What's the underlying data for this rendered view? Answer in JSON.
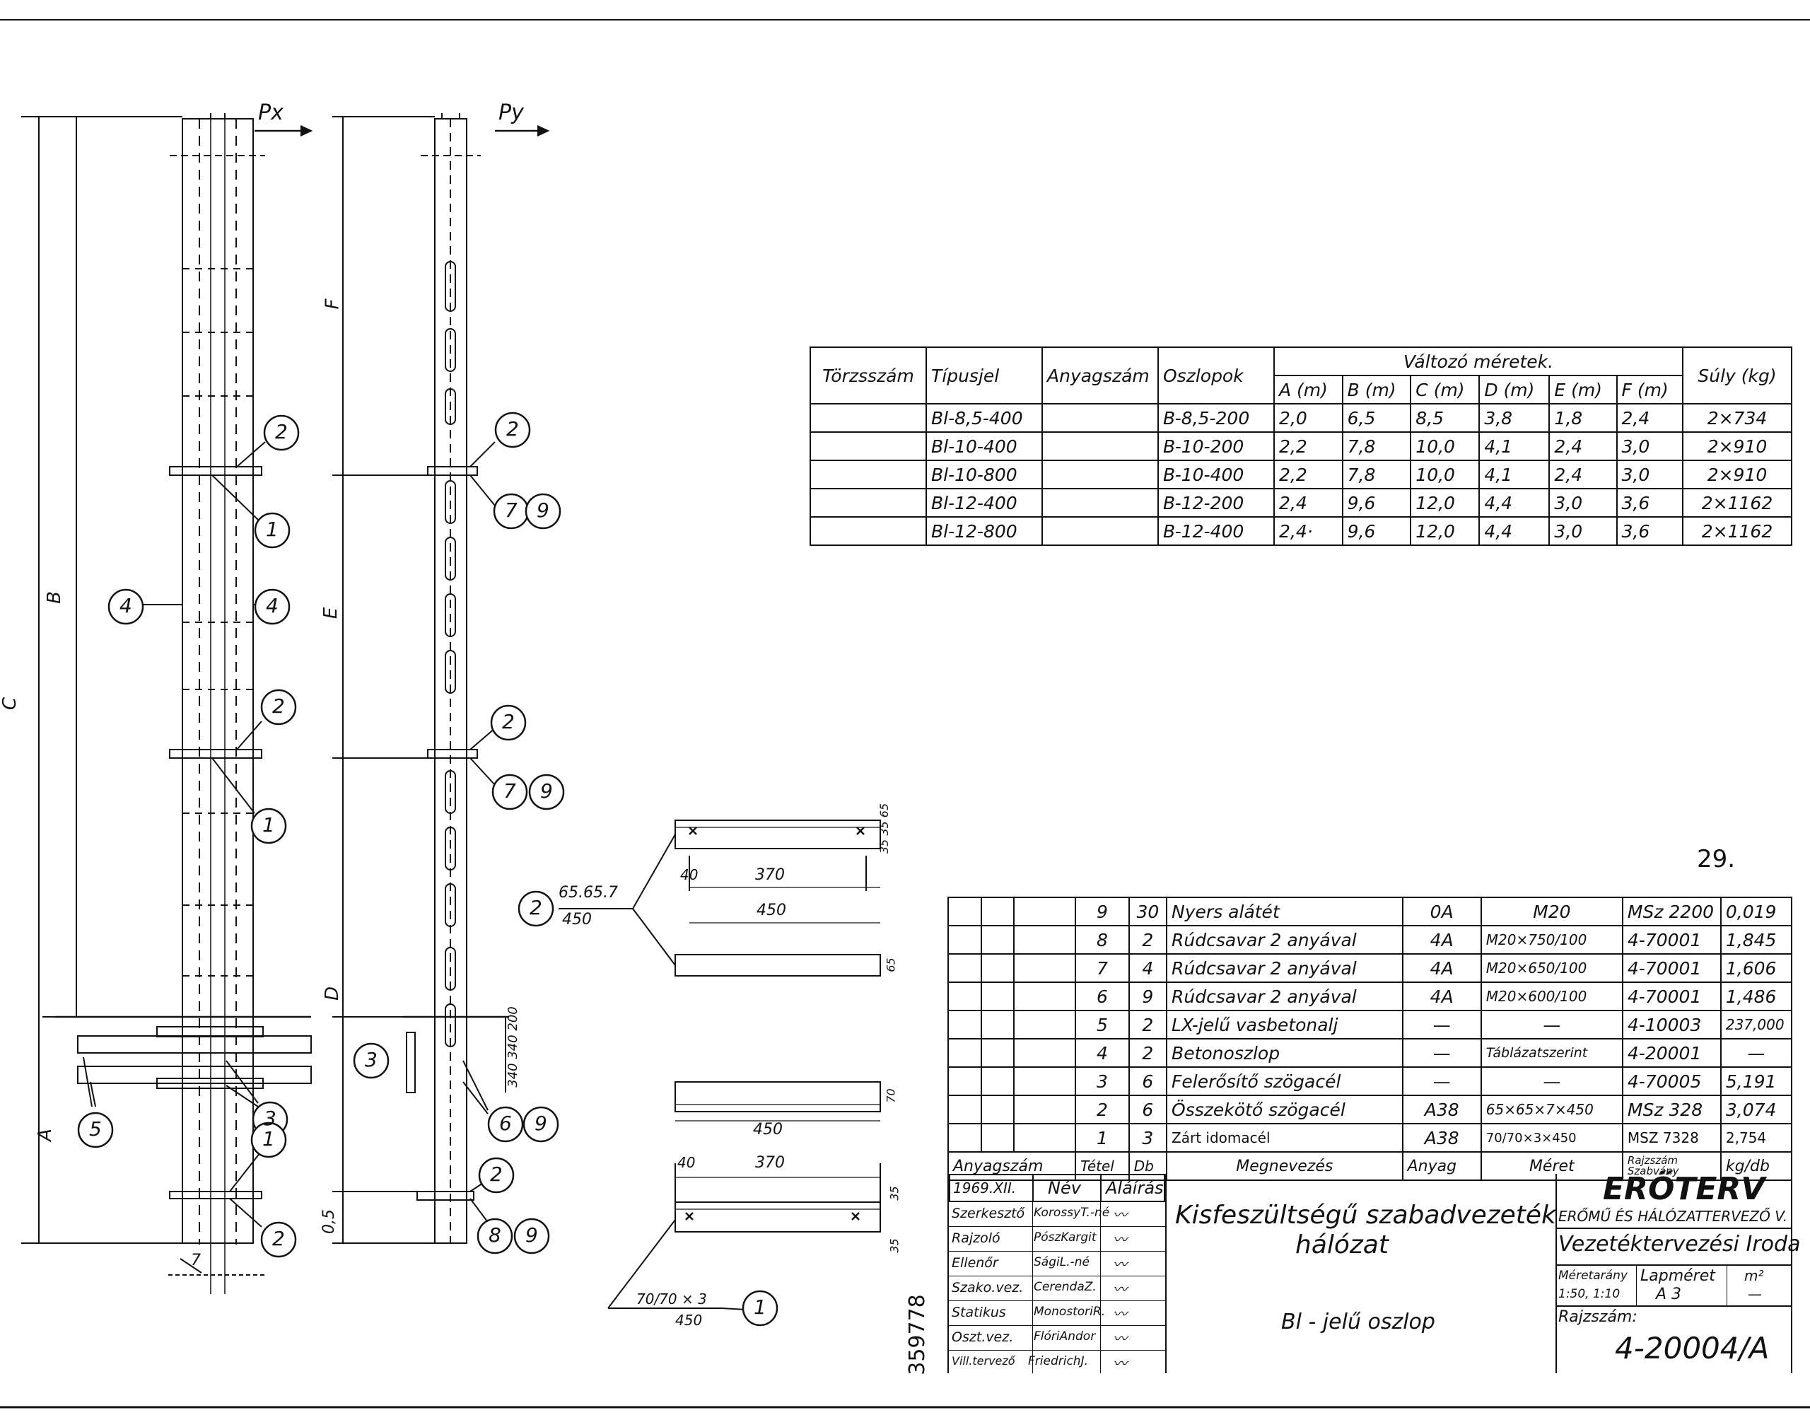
{
  "page_number": "29.",
  "elevations": {
    "force_x": "Px",
    "force_y": "Py",
    "dims_left": [
      "A",
      "B",
      "C"
    ],
    "dims_right": [
      "0,5",
      "D",
      "E",
      "F"
    ],
    "grade_dims": "340 340 200",
    "bottom_dim": "7",
    "callouts_left": [
      "2",
      "1",
      "4",
      "4",
      "2",
      "1",
      "3",
      "5",
      "1",
      "2"
    ],
    "callouts_right": [
      "2",
      "7",
      "9",
      "2",
      "7",
      "9",
      "3",
      "6",
      "9",
      "2",
      "8",
      "9"
    ]
  },
  "details": {
    "angle_label_top": "65.65.7",
    "angle_label_bottom": "450",
    "angle_marker": "2",
    "dim_40a": "40",
    "dim_370": "370",
    "dim_450": "450",
    "dim_side": "35 35 65",
    "dim_65": "65",
    "dim_70": "70",
    "dim_450b": "450",
    "dim_40b": "40",
    "dim_370b": "370",
    "dim_35a": "35",
    "dim_35b": "35",
    "bar_label_top": "70/70 × 3",
    "bar_label_bottom": "450",
    "bar_marker": "1"
  },
  "dim_table": {
    "headers": [
      "Törzsszám",
      "Típusjel",
      "Anyagszám",
      "Oszlopok",
      "Változó méretek.",
      "Súly (kg)"
    ],
    "subheaders": [
      "A (m)",
      "B (m)",
      "C (m)",
      "D (m)",
      "E (m)",
      "F (m)"
    ],
    "rows": [
      {
        "tipus": "Bl-8,5-400",
        "oszlop": "B-8,5-200",
        "vals": [
          "2,0",
          "6,5",
          "8,5",
          "3,8",
          "1,8",
          "2,4"
        ],
        "suly": "2×734"
      },
      {
        "tipus": "Bl-10-400",
        "oszlop": "B-10-200",
        "vals": [
          "2,2",
          "7,8",
          "10,0",
          "4,1",
          "2,4",
          "3,0"
        ],
        "suly": "2×910"
      },
      {
        "tipus": "Bl-10-800",
        "oszlop": "B-10-400",
        "vals": [
          "2,2",
          "7,8",
          "10,0",
          "4,1",
          "2,4",
          "3,0"
        ],
        "suly": "2×910"
      },
      {
        "tipus": "Bl-12-400",
        "oszlop": "B-12-200",
        "vals": [
          "2,4",
          "9,6",
          "12,0",
          "4,4",
          "3,0",
          "3,6"
        ],
        "suly": "2×1162"
      },
      {
        "tipus": "Bl-12-800",
        "oszlop": "B-12-400",
        "vals": [
          "2,4·",
          "9,6",
          "12,0",
          "4,4",
          "3,0",
          "3,6"
        ],
        "suly": "2×1162"
      }
    ]
  },
  "parts_table": {
    "rows": [
      {
        "tetel": "9",
        "db": "30",
        "name": "Nyers alátét",
        "anyag": "0A",
        "meret": "M20",
        "szabvany": "MSz 2200",
        "kg": "0,019"
      },
      {
        "tetel": "8",
        "db": "2",
        "name": "Rúdcsavar 2 anyával",
        "anyag": "4A",
        "meret": "M20×750/100",
        "szabvany": "4-70001",
        "kg": "1,845"
      },
      {
        "tetel": "7",
        "db": "4",
        "name": "Rúdcsavar 2 anyával",
        "anyag": "4A",
        "meret": "M20×650/100",
        "szabvany": "4-70001",
        "kg": "1,606"
      },
      {
        "tetel": "6",
        "db": "9",
        "name": "Rúdcsavar 2 anyával",
        "anyag": "4A",
        "meret": "M20×600/100",
        "szabvany": "4-70001",
        "kg": "1,486"
      },
      {
        "tetel": "5",
        "db": "2",
        "name": "LX-jelű vasbetonalj",
        "anyag": "—",
        "meret": "—",
        "szabvany": "4-10003",
        "kg": "237,000"
      },
      {
        "tetel": "4",
        "db": "2",
        "name": "Betonoszlop",
        "anyag": "—",
        "meret": "Táblázatszerint",
        "szabvany": "4-20001",
        "kg": "—"
      },
      {
        "tetel": "3",
        "db": "6",
        "name": "Felerősítő szögacél",
        "anyag": "—",
        "meret": "—",
        "szabvany": "4-70005",
        "kg": "5,191"
      },
      {
        "tetel": "2",
        "db": "6",
        "name": "Összekötő szögacél",
        "anyag": "A38",
        "meret": "65×65×7×450",
        "szabvany": "MSz 328",
        "kg": "3,074"
      },
      {
        "tetel": "1",
        "db": "3",
        "name": "Zárt idomacél",
        "anyag": "A38",
        "meret": "70/70×3×450",
        "szabvany": "MSZ 7328",
        "kg": "2,754"
      }
    ],
    "header": [
      "Anyagszám",
      "Tétel",
      "Db",
      "Megnevezés",
      "Anyag",
      "Méret",
      "Rajzszám Szabvány",
      "kg/db"
    ]
  },
  "title_block": {
    "date": "1969.XII.",
    "col_nev": "Név",
    "col_alairas": "Aláírás",
    "roles": [
      {
        "role": "Szerkesztő",
        "name": "KorossyT.-né"
      },
      {
        "role": "Rajzoló",
        "name": "PószKargit"
      },
      {
        "role": "Ellenőr",
        "name": "SágiL.-né"
      },
      {
        "role": "Szako.vez.",
        "name": "CerendaZ."
      },
      {
        "role": "Statikus",
        "name": "MonostoriR."
      },
      {
        "role": "Oszt.vez.",
        "name": "FlóriAndor"
      },
      {
        "role": "Vill.tervező",
        "name": "FriedrichJ."
      }
    ],
    "project_title_1": "Kisfeszültségű szabadvezeték",
    "project_title_2": "hálózat",
    "drawing_title": "Bl - jelű oszlop",
    "company": "ERŐTERV",
    "company_sub": "ERŐMŰ ÉS HÁLÓZATTERVEZŐ V.",
    "office": "Vezetéktervezési Iroda",
    "scale_label": "Méretarány",
    "scale_value": "1:50, 1:10",
    "sheet_label": "Lapméret",
    "sheet_value": "A 3",
    "unit_label": "m²",
    "unit_value": "—",
    "drawing_no_label": "Rajzszám:",
    "drawing_no": "4-20004/A",
    "side_number": "359778"
  }
}
